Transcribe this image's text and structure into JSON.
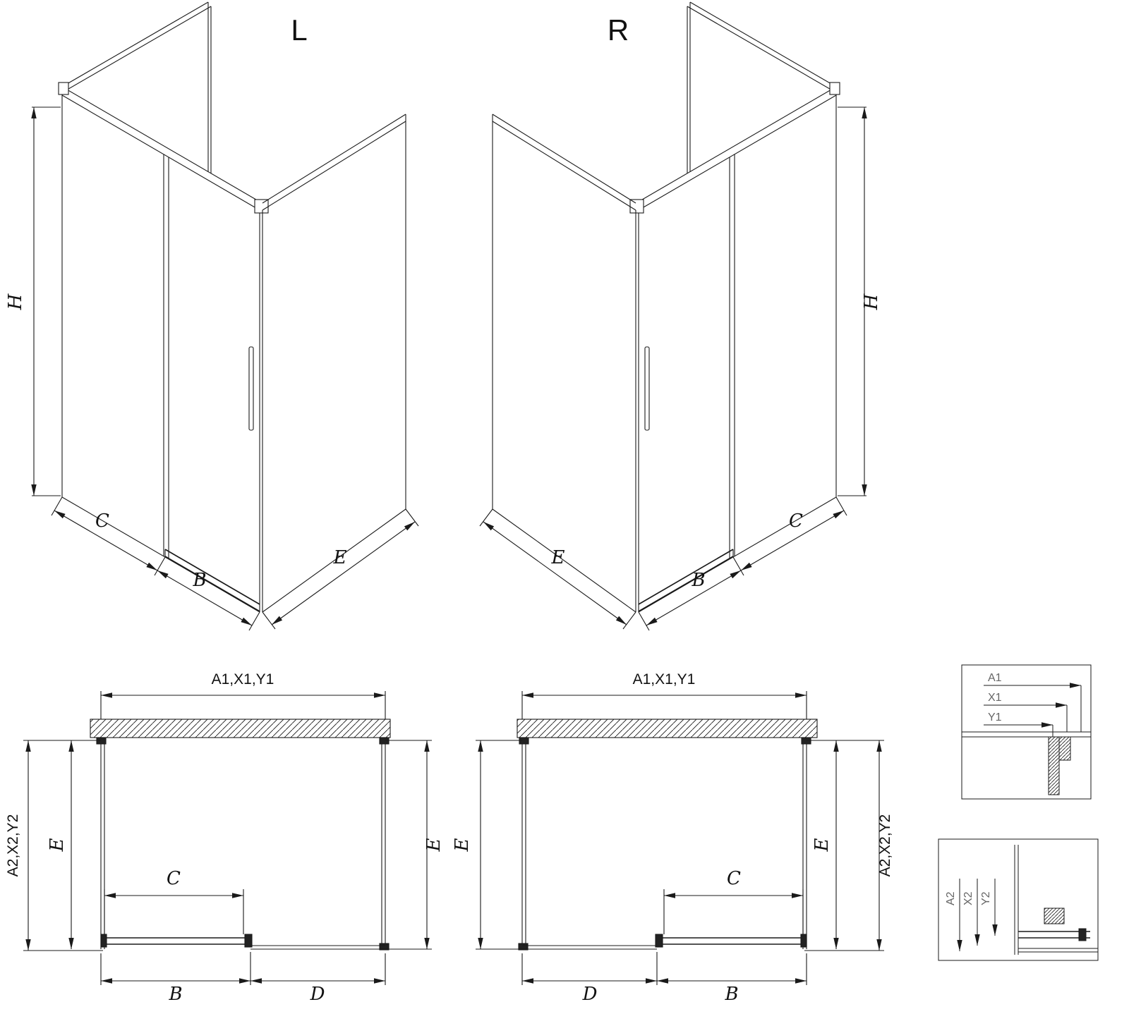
{
  "colors": {
    "line": "#1a1a1a",
    "bg": "#ffffff",
    "profile": "#222222"
  },
  "views": {
    "iso_left": {
      "label": "L",
      "h": "H",
      "c": "C",
      "b": "B",
      "e": "E"
    },
    "iso_right": {
      "label": "R",
      "h": "H",
      "c": "C",
      "b": "B",
      "e": "E"
    },
    "plan_left": {
      "top": "A1,X1,Y1",
      "outer": "A2,X2,Y2",
      "e_left": "E",
      "e_right": "E",
      "c": "C",
      "b": "B",
      "d": "D"
    },
    "plan_right": {
      "top": "A1,X1,Y1",
      "outer": "A2,X2,Y2",
      "e_left": "E",
      "e_right": "E",
      "c": "C",
      "b": "B",
      "d": "D"
    },
    "detail_top": {
      "l1": "A1",
      "l2": "X1",
      "l3": "Y1"
    },
    "detail_bottom": {
      "l1": "A2",
      "l2": "X2",
      "l3": "Y2"
    }
  }
}
